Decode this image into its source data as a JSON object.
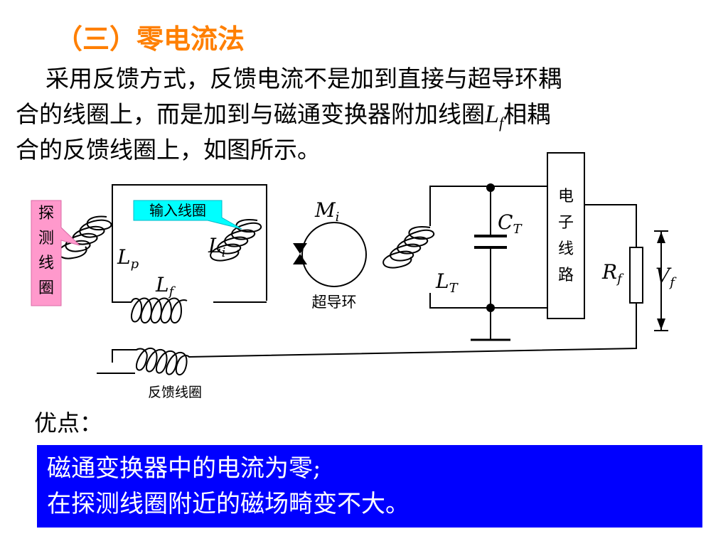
{
  "title": "（三）零电流法",
  "paragraph": {
    "line1": "采用反馈方式，反馈电流不是加到直接与超导环耦",
    "line2_pre": "合的线圈上，而是加到与磁通变换器附加线圈",
    "line2_L": "L",
    "line2_sub": "f",
    "line2_post": "相耦",
    "line3": "合的反馈线圈上，如图所示。"
  },
  "diagram": {
    "probe_coil_label": [
      "探",
      "测",
      "线",
      "圈"
    ],
    "input_coil_label": "输入线圈",
    "feedback_coil_label": "反馈线圈",
    "superconducting_ring_label": "超导环",
    "electronics_label": [
      "电",
      "子",
      "线",
      "路"
    ],
    "symbols": {
      "Lp": {
        "main": "L",
        "sub": "p"
      },
      "Li": {
        "main": "L",
        "sub": "i"
      },
      "Lf": {
        "main": "L",
        "sub": "f"
      },
      "Mi": {
        "main": "M",
        "sub": "i"
      },
      "LT": {
        "main": "L",
        "sub": "T"
      },
      "CT": {
        "main": "C",
        "sub": "T"
      },
      "Rf": {
        "main": "R",
        "sub": "f"
      },
      "Vf": {
        "main": "V",
        "sub": "f"
      }
    },
    "colors": {
      "probe_label_bg": "#ff99cc",
      "input_label_bg": "#00ffff"
    }
  },
  "advantages": {
    "heading": "优点：",
    "line1": "磁通变换器中的电流为零;",
    "line2": "在探测线圈附近的磁场畸变不大。",
    "banner_color": "#0000ff"
  }
}
